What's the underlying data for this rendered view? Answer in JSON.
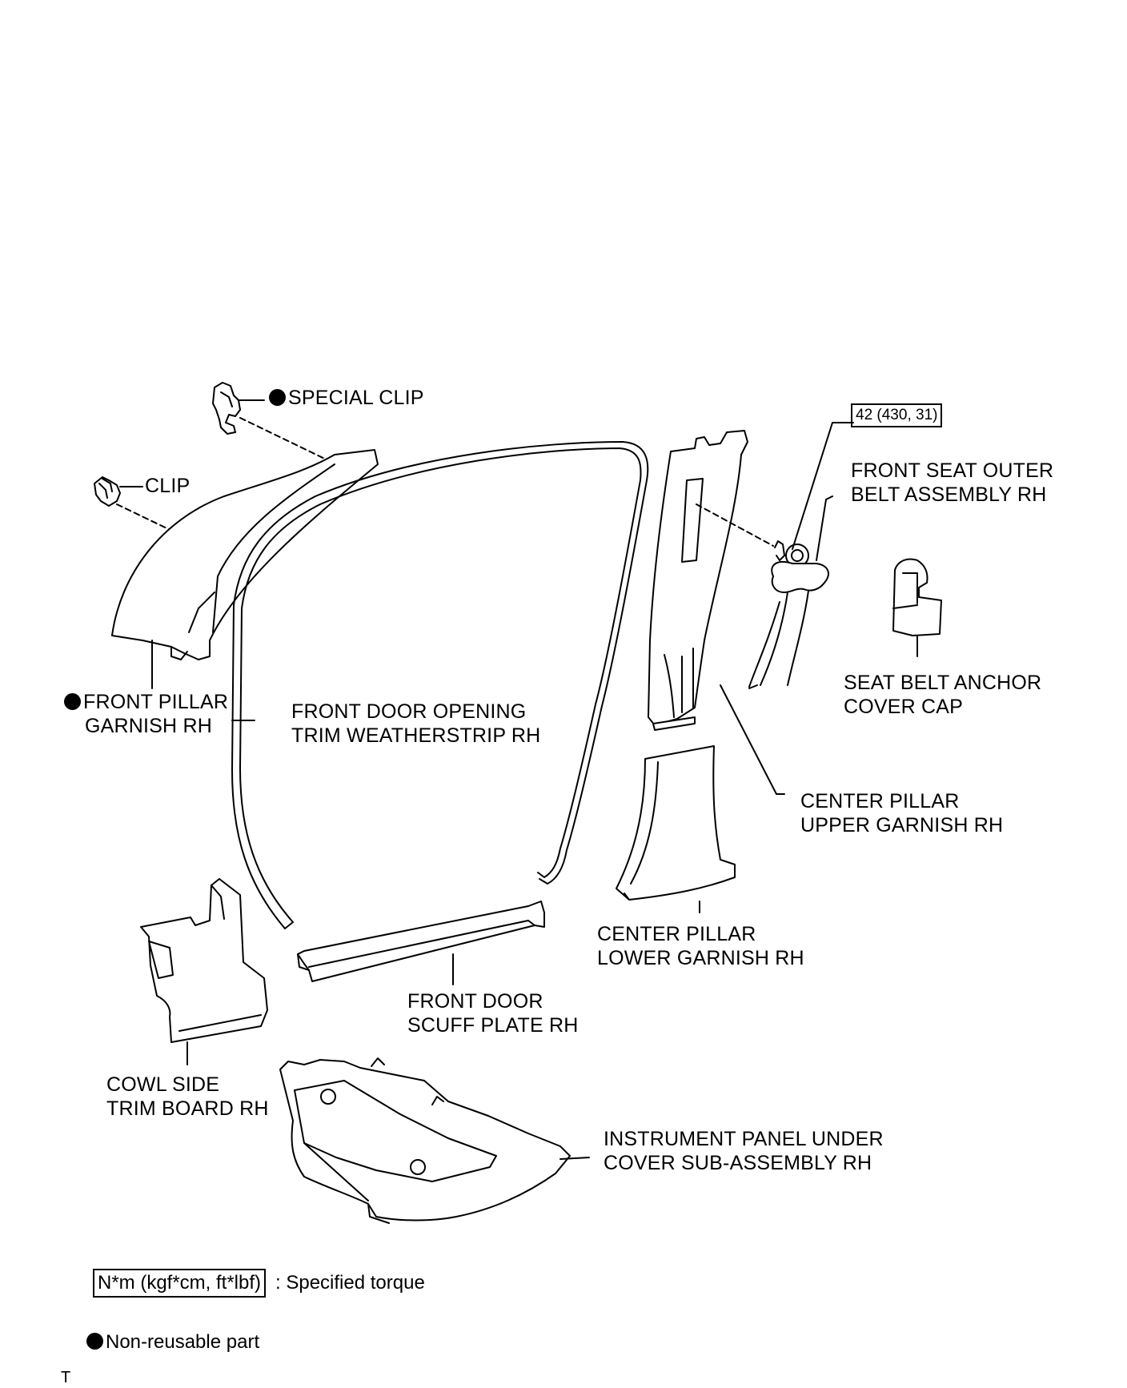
{
  "labels": {
    "special_clip": "SPECIAL CLIP",
    "clip": "CLIP",
    "front_pillar_garnish_l1": "FRONT PILLAR",
    "front_pillar_garnish_l2": "GARNISH RH",
    "front_door_weatherstrip_l1": "FRONT DOOR OPENING",
    "front_door_weatherstrip_l2": "TRIM WEATHERSTRIP RH",
    "torque_value": "42 (430, 31)",
    "front_seat_belt_l1": "FRONT SEAT OUTER",
    "front_seat_belt_l2": "BELT ASSEMBLY RH",
    "seat_belt_anchor_l1": "SEAT BELT ANCHOR",
    "seat_belt_anchor_l2": "COVER CAP",
    "center_pillar_upper_l1": "CENTER PILLAR",
    "center_pillar_upper_l2": "UPPER GARNISH RH",
    "center_pillar_lower_l1": "CENTER PILLAR",
    "center_pillar_lower_l2": "LOWER GARNISH RH",
    "scuff_plate_l1": "FRONT DOOR",
    "scuff_plate_l2": "SCUFF PLATE RH",
    "cowl_side_l1": "COWL SIDE",
    "cowl_side_l2": "TRIM BOARD RH",
    "instrument_panel_l1": "INSTRUMENT PANEL UNDER",
    "instrument_panel_l2": "COVER SUB-ASSEMBLY RH"
  },
  "legend": {
    "torque_unit": "N*m (kgf*cm, ft*lbf)",
    "torque_desc": ": Specified torque",
    "non_reusable": "Non-reusable part"
  },
  "corner_mark": "T",
  "colors": {
    "line": "#000000",
    "background": "#ffffff"
  }
}
